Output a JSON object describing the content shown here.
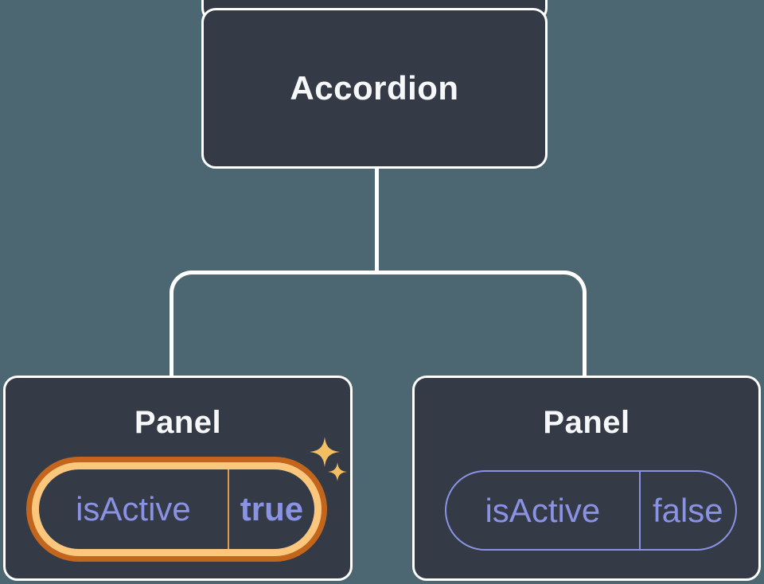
{
  "diagram": {
    "root": {
      "label": "Accordion"
    },
    "children": [
      {
        "label": "Panel",
        "prop": {
          "name": "isActive",
          "value": "true"
        },
        "highlighted": true
      },
      {
        "label": "Panel",
        "prop": {
          "name": "isActive",
          "value": "false"
        },
        "highlighted": false
      }
    ],
    "icons": [
      {
        "name": "sparkle-icon",
        "shape": "four-point-star"
      }
    ],
    "colors": {
      "background": "#4C6771",
      "node_fill": "#343A46",
      "node_border": "#FFFFFF",
      "node_text": "#F6F7F9",
      "connector": "#FFFFFF",
      "prop_purple": "#8A92E4",
      "highlight_ring_outer": "#C2661D",
      "highlight_ring_inner": "#FBC77D",
      "highlight_divider": "#E2994B",
      "sparkle": "#F4BE63"
    }
  }
}
